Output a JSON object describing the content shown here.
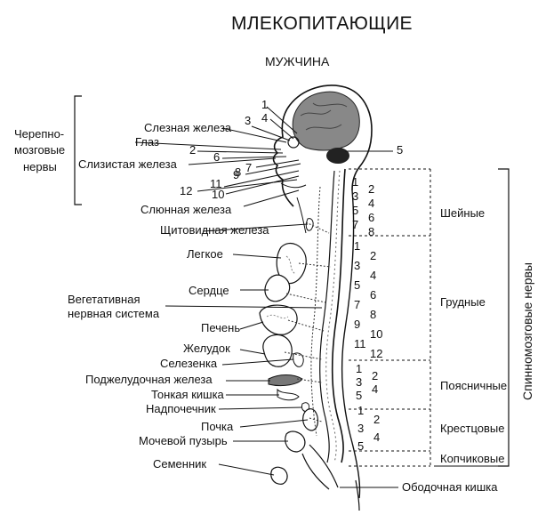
{
  "title": "МЛЕКОПИТАЮЩИЕ",
  "subtitle": "МУЖЧИНА",
  "left_group": {
    "label_line1": "Черепно-",
    "label_line2": "мозговые",
    "label_line3": "нервы"
  },
  "organs": [
    "Слезная железа",
    "Глаз",
    "Слизистая железа",
    "Слюнная железа",
    "Щитовидная железа",
    "Легкое",
    "Сердце",
    "Вегетативная",
    "нервная система",
    "Печень",
    "Желудок",
    "Селезенка",
    "Поджелудочная железа",
    "Тонкая кишка",
    "Надпочечник",
    "Почка",
    "Мочевой пузырь",
    "Семенник",
    "Ободочная кишка"
  ],
  "cranial_numbers": [
    "1",
    "2",
    "3",
    "4",
    "5",
    "6",
    "7",
    "8",
    "9",
    "10",
    "11",
    "12"
  ],
  "spinal_groups": [
    {
      "name": "Шейные",
      "numbers": [
        "1",
        "2",
        "3",
        "4",
        "5",
        "6",
        "7",
        "8"
      ]
    },
    {
      "name": "Грудные",
      "numbers": [
        "1",
        "2",
        "3",
        "4",
        "5",
        "6",
        "7",
        "8",
        "9",
        "10",
        "11",
        "12"
      ]
    },
    {
      "name": "Поясничные",
      "numbers": [
        "1",
        "2",
        "3",
        "4",
        "5"
      ]
    },
    {
      "name": "Крестцовые",
      "numbers": [
        "1",
        "2",
        "3",
        "4",
        "5"
      ]
    },
    {
      "name": "Копчиковые",
      "numbers": []
    }
  ],
  "right_label": "Спинномозговые нервы"
}
